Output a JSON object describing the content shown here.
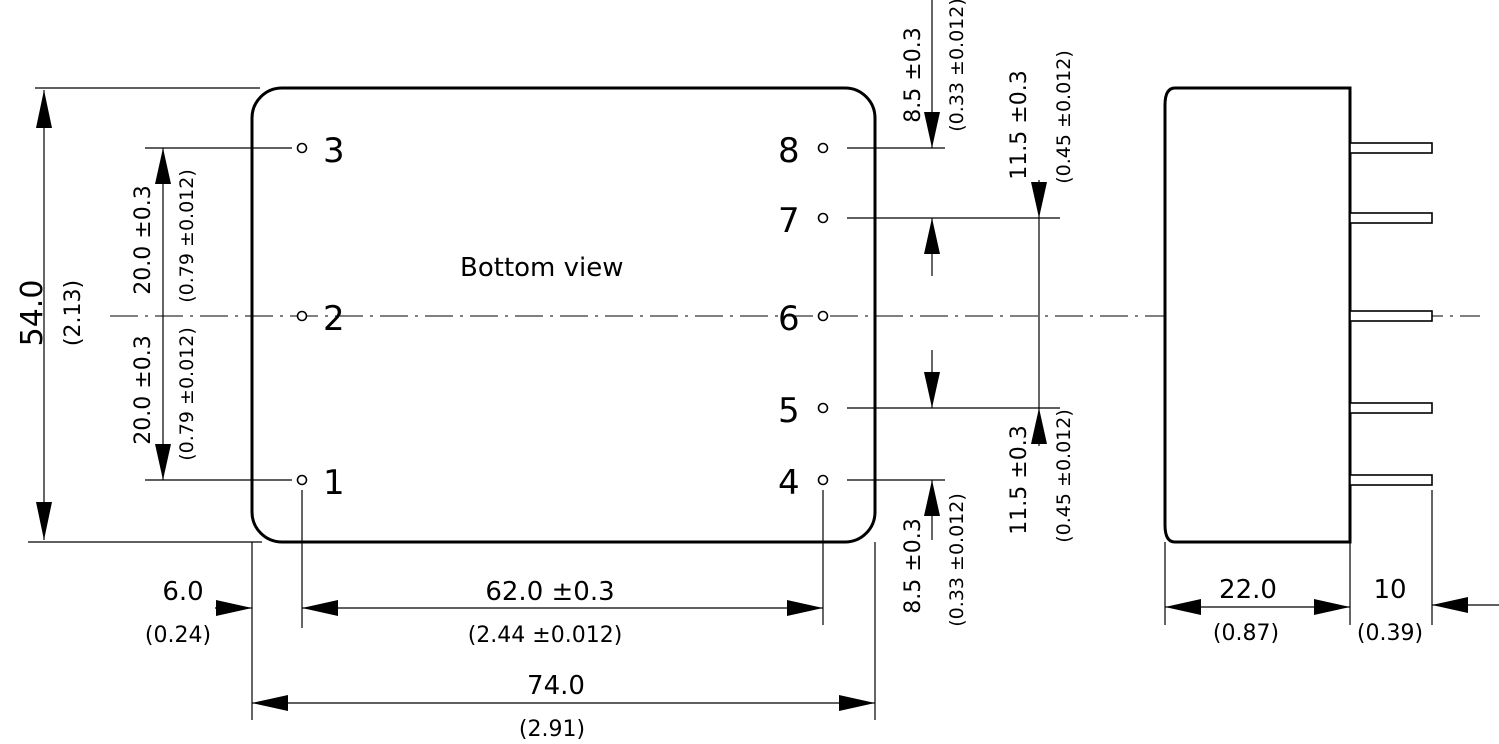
{
  "view_label": "Bottom view",
  "pins": {
    "p1": "1",
    "p2": "2",
    "p3": "3",
    "p4": "4",
    "p5": "5",
    "p6": "6",
    "p7": "7",
    "p8": "8"
  },
  "dims": {
    "height_mm": "54.0",
    "height_in": "(2.13)",
    "pitch_upper_mm": "20.0 ±0.3",
    "pitch_upper_in": "(0.79 ±0.012)",
    "pitch_lower_mm": "20.0 ±0.3",
    "pitch_lower_in": "(0.79 ±0.012)",
    "offset_mm": "6.0",
    "offset_in": "(0.24)",
    "span_mm": "62.0 ±0.3",
    "span_in": "(2.44 ±0.012)",
    "width_mm": "74.0",
    "width_in": "(2.91)",
    "top_edge_mm": "8.5 ±0.3",
    "top_edge_in": "(0.33 ±0.012)",
    "bottom_edge_mm": "8.5 ±0.3",
    "bottom_edge_in": "(0.33 ±0.012)",
    "upper_center_mm": "11.5 ±0.3",
    "upper_center_in": "(0.45 ±0.012)",
    "lower_center_mm": "11.5 ±0.3",
    "lower_center_in": "(0.45 ±0.012)",
    "depth_mm": "22.0",
    "depth_in": "(0.87)",
    "pin_len_mm": "10",
    "pin_len_in": "(0.39)"
  }
}
